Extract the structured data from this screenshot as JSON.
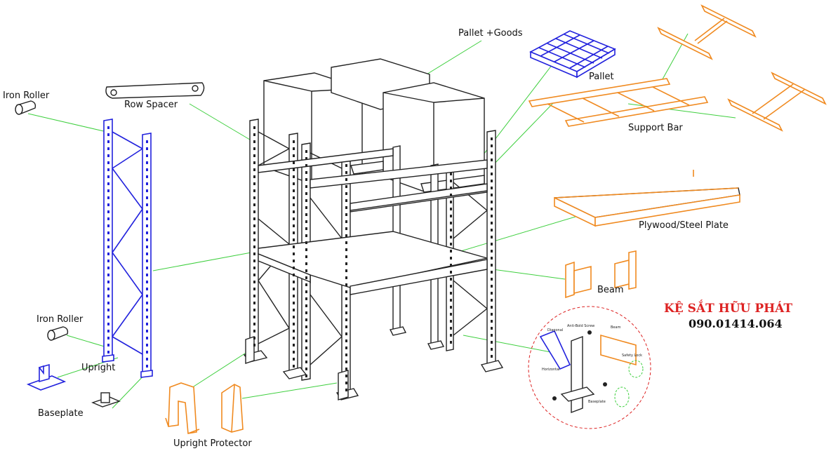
{
  "labels": {
    "iron_roller_top": "Iron Roller",
    "row_spacer": "Row Spacer",
    "iron_roller_bottom": "Iron Roller",
    "upright": "Upright",
    "baseplate": "Baseplate",
    "upright_protector": "Upright Protector",
    "pallet_goods": "Pallet +Goods",
    "pallet": "Pallet",
    "support_bar": "Support Bar",
    "plywood_steel_plate": "Plywood/Steel Plate",
    "beam": "Beam"
  },
  "brand": {
    "name": "KỆ SẮT HỮU PHÁT",
    "phone": "090.01414.064",
    "name_color": "#dd2222"
  },
  "detail_callouts": {
    "diagonal": "Diagonal",
    "anti_bolt": "Anti-Bold Screw",
    "beam": "Beam",
    "safety_lock": "Safety Lock",
    "horizontal": "Horizontal",
    "baseplate": "Baseplate"
  },
  "colors": {
    "rack": "#222222",
    "upright_frame": "#2222dd",
    "accessories": "#f08a20",
    "leader_lines": "#3ecf3e",
    "detail_circle": "#dd2222"
  }
}
